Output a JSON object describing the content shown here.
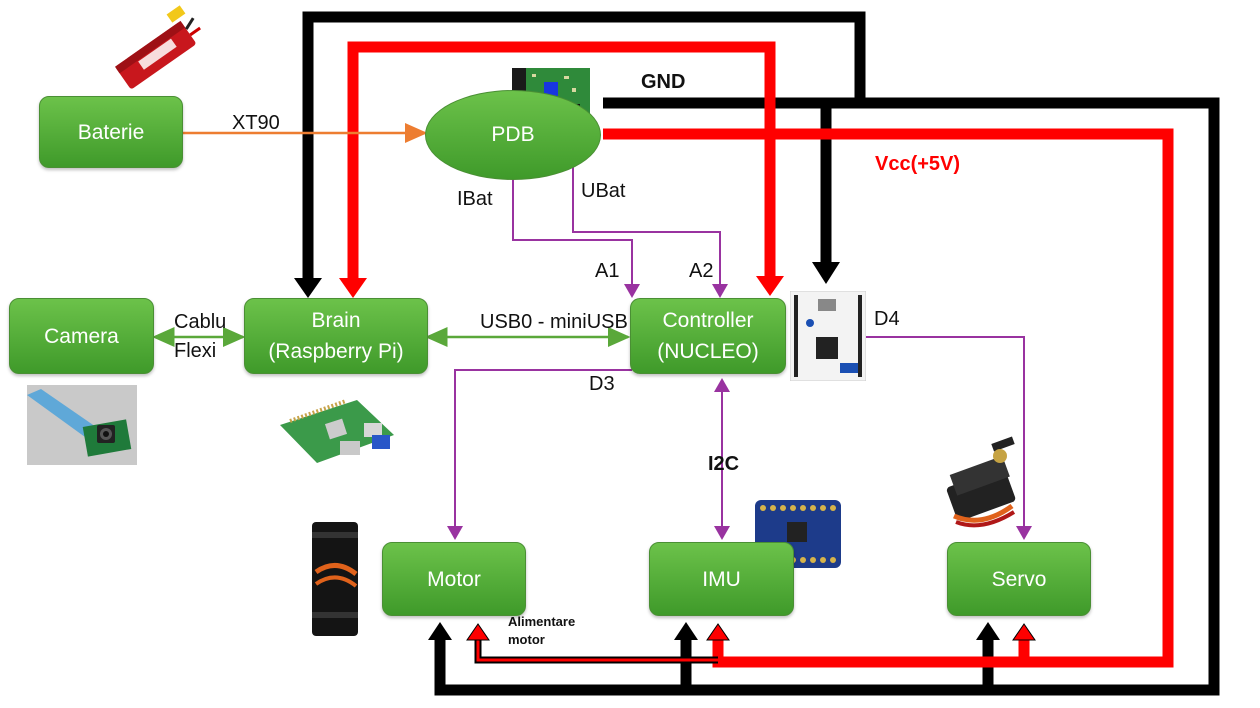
{
  "nodes": {
    "baterie": "Baterie",
    "pdb": "PDB",
    "camera": "Camera",
    "brain_line1": "Brain",
    "brain_line2": "(Raspberry Pi)",
    "controller_line1": "Controller",
    "controller_line2": "(NUCLEO)",
    "motor": "Motor",
    "imu": "IMU",
    "servo": "Servo"
  },
  "labels": {
    "xt90": "XT90",
    "gnd": "GND",
    "vcc": "Vcc(+5V)",
    "ibat": "IBat",
    "ubat": "UBat",
    "a1": "A1",
    "a2": "A2",
    "cablu": "Cablu",
    "flexi": "Flexi",
    "usb": "USB0 - miniUSB",
    "d4": "D4",
    "d3": "D3",
    "i2c": "I2C",
    "alimentare": "Alimentare motor"
  },
  "colors": {
    "node_fill": "#4ea832",
    "gnd_wire": "#000000",
    "vcc_wire": "#ff0000",
    "signal_wire": "#9933a0",
    "data_wire": "#5aa83a",
    "battery_wire": "#ed7d31"
  },
  "images": [
    "battery-photo",
    "pdb-board-photo",
    "camera-module-photo",
    "raspberry-pi-photo",
    "nucleo-board-photo",
    "brushless-motor-photo",
    "imu-breakout-photo",
    "servo-photo"
  ]
}
